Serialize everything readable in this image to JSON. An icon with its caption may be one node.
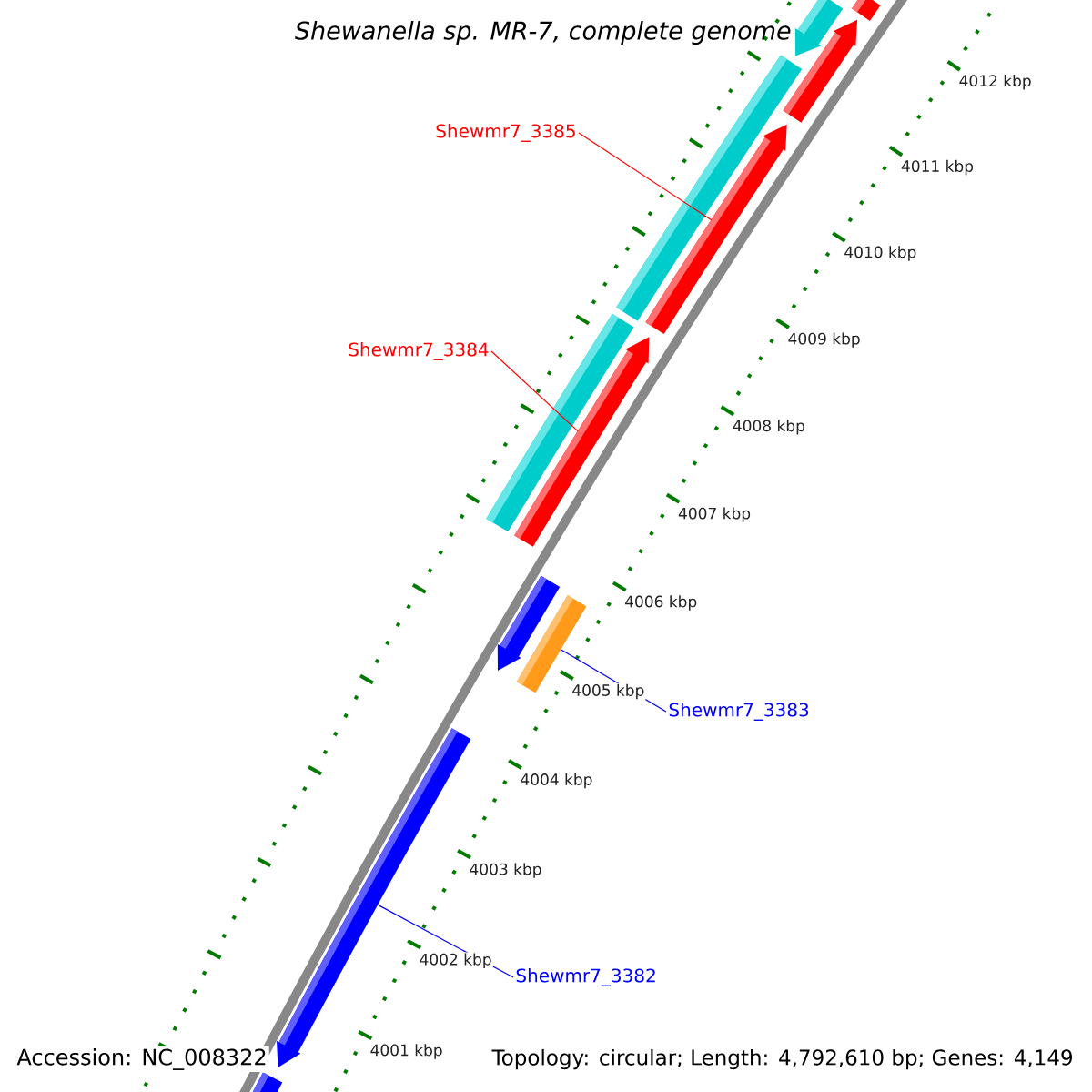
{
  "diagram": {
    "title": "Shewanella sp. MR-7, complete genome",
    "nodes": [
      {
        "text": [
          "Shewmr7_3385"
        ]
      },
      {
        "text": [
          "Shewmr7_3384"
        ]
      },
      {
        "text": [
          "Shewmr7_3383"
        ]
      },
      {
        "text": [
          "Shewmr7_3382"
        ]
      },
      {
        "text": [],
        "shape": "arrow"
      },
      {
        "text": [],
        "shape": "bar"
      },
      {
        "text": [],
        "shape": "bar"
      },
      {
        "text": [],
        "shape": "arrow"
      },
      {
        "text": [],
        "shape": "arrow"
      },
      {
        "text": [],
        "shape": "arrow"
      },
      {
        "text": [],
        "shape": "arrow"
      },
      {
        "text": [],
        "shape": "arrow"
      },
      {
        "text": [],
        "shape": "bar"
      },
      {
        "text": [],
        "shape": "arrow"
      },
      {
        "text": [],
        "shape": "arrow"
      }
    ],
    "edges": [
      {
        "from": 0,
        "to": 9,
        "arrow": "none",
        "color": "#ff0000"
      },
      {
        "from": 1,
        "to": 10,
        "arrow": "none",
        "color": "#ff0000"
      },
      {
        "from": 2,
        "to": 12,
        "arrow": "none",
        "color": "#0000ff"
      },
      {
        "from": 3,
        "to": 13,
        "arrow": "none",
        "color": "#0000ff"
      }
    ],
    "labels": [
      "4012 kbp",
      "4011 kbp",
      "4010 kbp",
      "4009 kbp",
      "4008 kbp",
      "4007 kbp",
      "4006 kbp",
      "4005 kbp",
      "4004 kbp",
      "4003 kbp",
      "4002 kbp",
      "4001 kbp",
      "Accession: NC_008322",
      "Topology: circular; Length: 4,792,610 bp; Genes: 4,149"
    ]
  }
}
